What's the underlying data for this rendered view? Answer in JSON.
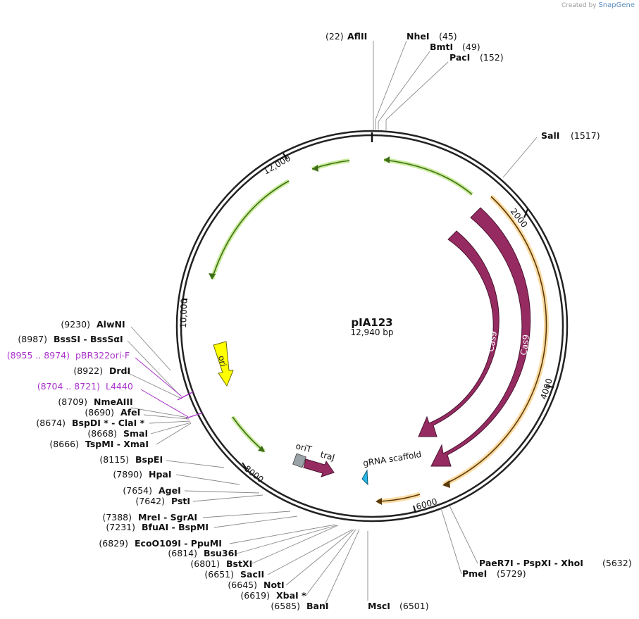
{
  "watermark": {
    "prefix": "Created by",
    "brand": "SnapGene"
  },
  "plasmid": {
    "name": "pIA123",
    "length": "12,940 bp"
  },
  "ticks": [
    "2000",
    "4000",
    "6000",
    "8000",
    "10,000",
    "12,000"
  ],
  "features": {
    "cas9_inner": "Cas9",
    "cas9_outer": "Cas9",
    "ori": "ori",
    "oriT": "oriT",
    "traJ": "traJ",
    "grna": "gRNA scaffold"
  },
  "sites": [
    {
      "pos": "(22)",
      "name": "AflII"
    },
    {
      "name": "NheI",
      "pos": "(45)"
    },
    {
      "name": "BmtI",
      "pos": "(49)"
    },
    {
      "name": "PacI",
      "pos": "(152)"
    },
    {
      "name": "SalI",
      "pos": "(1517)"
    },
    {
      "pos": "(9230)",
      "name": "AlwNI"
    },
    {
      "pos": "(8987)",
      "name": "BssSI  -  BssSαI"
    },
    {
      "pos": "(8955 .. 8974)",
      "name": "pBR322ori-F"
    },
    {
      "pos": "(8922)",
      "name": "DrdI"
    },
    {
      "pos": "(8704 .. 8721)",
      "name": "L4440"
    },
    {
      "pos": "(8709)",
      "name": "NmeAIII"
    },
    {
      "pos": "(8690)",
      "name": "AfeI"
    },
    {
      "pos": "(8674)",
      "name": "BspDI *  -  ClaI *"
    },
    {
      "pos": "(8668)",
      "name": "SmaI"
    },
    {
      "pos": "(8666)",
      "name": "TspMI  -  XmaI"
    },
    {
      "pos": "(8115)",
      "name": "BspEI"
    },
    {
      "pos": "(7890)",
      "name": "HpaI"
    },
    {
      "pos": "(7654)",
      "name": "AgeI"
    },
    {
      "pos": "(7642)",
      "name": "PstI"
    },
    {
      "pos": "(7388)",
      "name": "MreI  -  SgrAI"
    },
    {
      "pos": "(7231)",
      "name": "BfuAI  -  BspMI"
    },
    {
      "pos": "(6829)",
      "name": "EcoO109I  -  PpuMI"
    },
    {
      "pos": "(6814)",
      "name": "Bsu36I"
    },
    {
      "pos": "(6801)",
      "name": "BstXI"
    },
    {
      "pos": "(6651)",
      "name": "SacII"
    },
    {
      "pos": "(6645)",
      "name": "NotI"
    },
    {
      "pos": "(6619)",
      "name": "XbaI *"
    },
    {
      "pos": "(6585)",
      "name": "BanI"
    },
    {
      "name": "MscI",
      "pos": "(6501)"
    },
    {
      "name": "PaeR7I  -  PspXI  -  XhoI",
      "pos": "(5632)"
    },
    {
      "name": "PmeI",
      "pos": "(5729)"
    }
  ],
  "colors": {
    "cas9": "#962b62",
    "green_feature": "#7cc043",
    "orange_feature": "#f2a63a",
    "ori": "#ffff00",
    "grna": "#29b6e6",
    "oriT": "#9aa3a8",
    "primer": "#a833c9"
  }
}
